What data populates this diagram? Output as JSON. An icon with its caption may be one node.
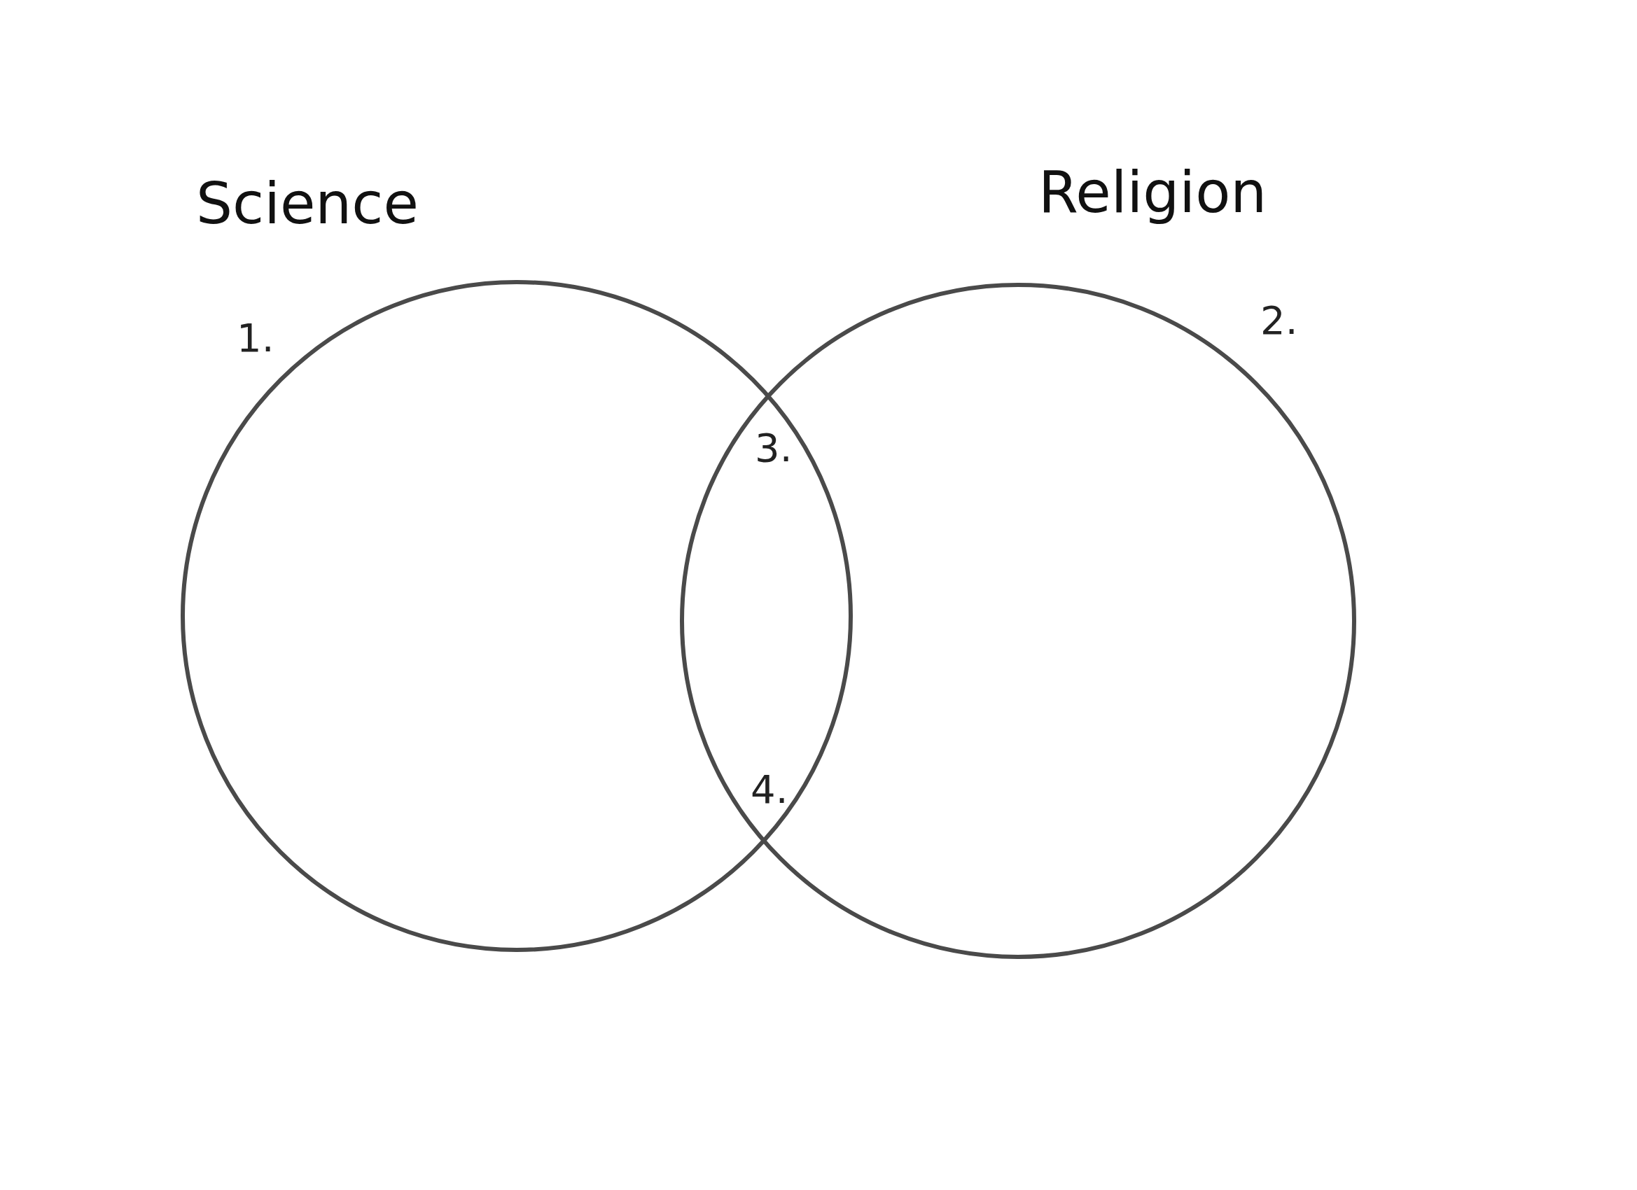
{
  "diagram": {
    "nodes": [
      {
        "text": [
          "Science"
        ]
      },
      {
        "text": [
          "Religion"
        ]
      }
    ],
    "edges": [],
    "labels": [
      "1.",
      "2.",
      "3.",
      "4."
    ]
  }
}
